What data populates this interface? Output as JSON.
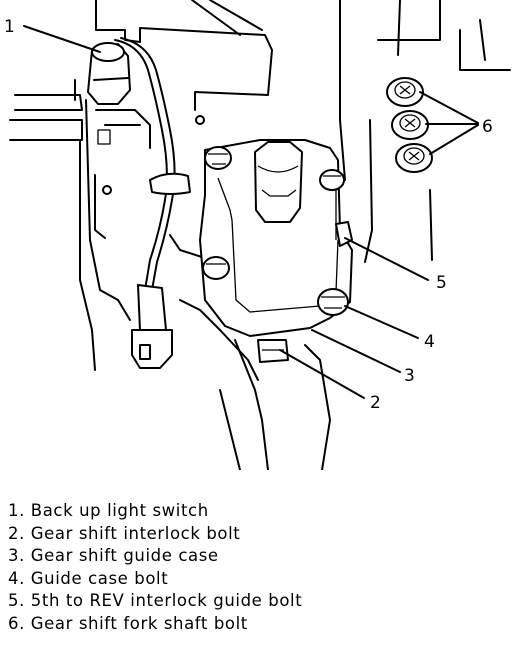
{
  "callouts": {
    "c1": "1",
    "c2": "2",
    "c3": "3",
    "c4": "4",
    "c5": "5",
    "c6": "6"
  },
  "legend": [
    "1. Back up light switch",
    "2. Gear shift interlock bolt",
    "3. Gear shift guide case",
    "4. Guide case bolt",
    "5. 5th to REV interlock guide bolt",
    "6. Gear shift fork shaft bolt"
  ]
}
